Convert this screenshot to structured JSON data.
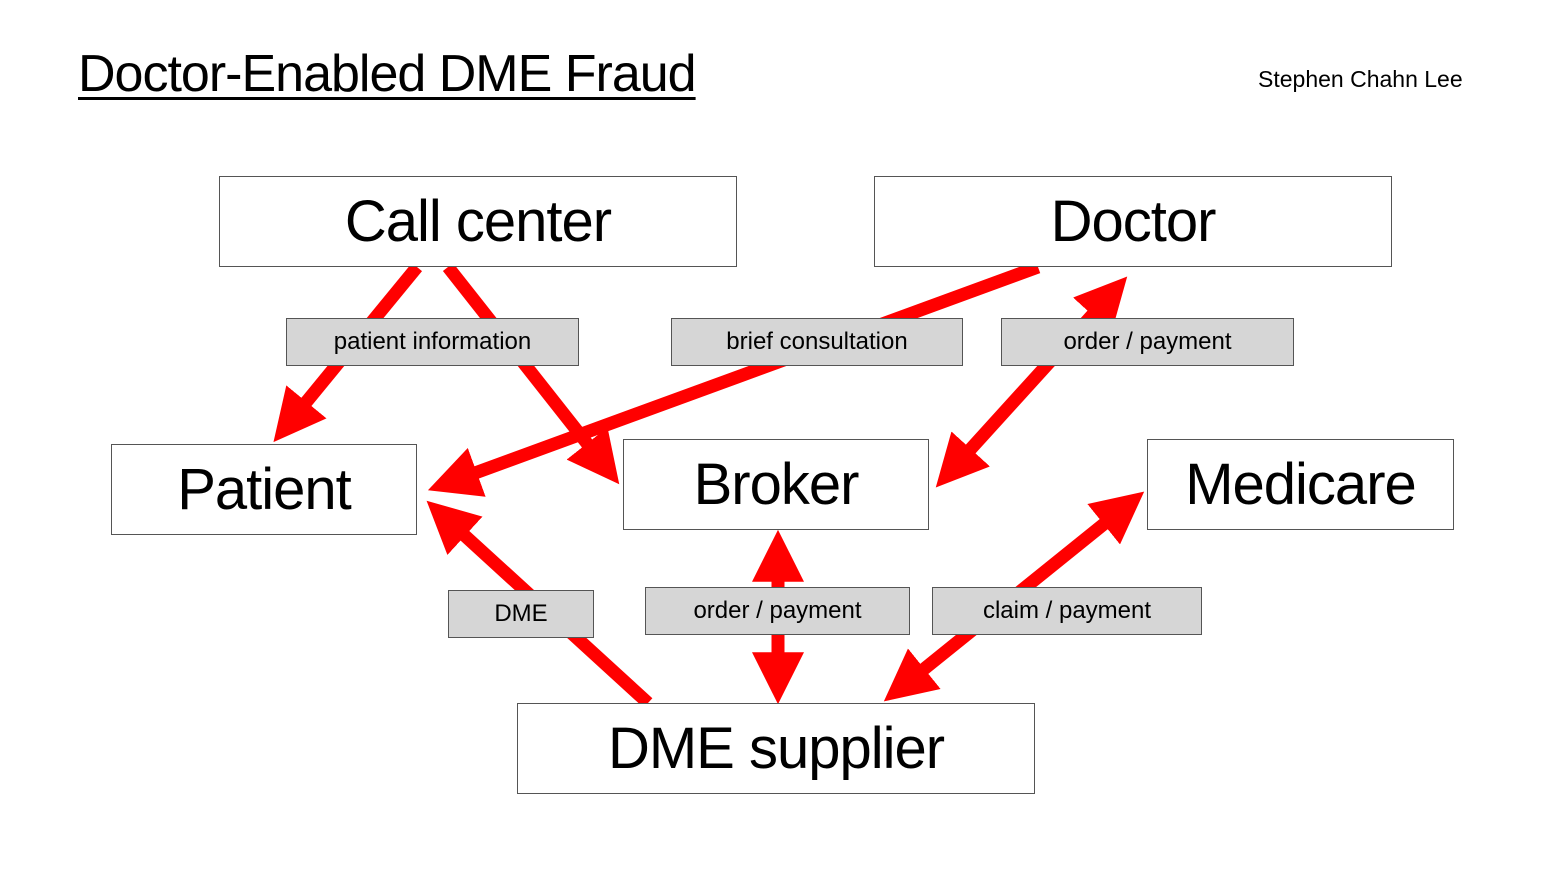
{
  "title": "Doctor-Enabled DME Fraud",
  "author": "Stephen Chahn Lee",
  "colors": {
    "arrow": "#ff0000",
    "label_bg": "#d6d6d6",
    "node_border": "#555555"
  },
  "nodes": {
    "call_center": "Call center",
    "doctor": "Doctor",
    "patient": "Patient",
    "broker": "Broker",
    "medicare": "Medicare",
    "dme_supplier": "DME supplier"
  },
  "edges": [
    {
      "id": "callcenter-patient",
      "from": "Call center",
      "to": "Patient",
      "label_ref": "patient_information",
      "bidirectional": false
    },
    {
      "id": "callcenter-broker",
      "from": "Call center",
      "to": "Broker",
      "label_ref": "patient_information",
      "bidirectional": false
    },
    {
      "id": "doctor-patient",
      "from": "Doctor",
      "to": "Patient",
      "label_ref": "brief_consultation",
      "bidirectional": false
    },
    {
      "id": "doctor-broker",
      "from": "Doctor",
      "to": "Broker",
      "label_ref": "order_payment_top",
      "bidirectional": true
    },
    {
      "id": "supplier-patient",
      "from": "DME supplier",
      "to": "Patient",
      "label_ref": "dme",
      "bidirectional": false
    },
    {
      "id": "supplier-broker",
      "from": "DME supplier",
      "to": "Broker",
      "label_ref": "order_payment_bottom",
      "bidirectional": true
    },
    {
      "id": "supplier-medicare",
      "from": "DME supplier",
      "to": "Medicare",
      "label_ref": "claim_payment",
      "bidirectional": true
    }
  ],
  "labels": {
    "patient_information": "patient information",
    "brief_consultation": "brief consultation",
    "order_payment_top": "order / payment",
    "dme": "DME",
    "order_payment_bottom": "order / payment",
    "claim_payment": "claim / payment"
  }
}
